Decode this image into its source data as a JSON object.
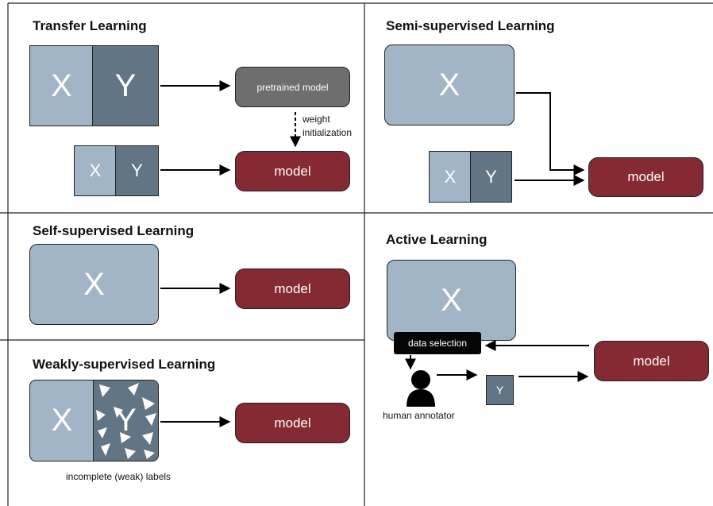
{
  "panels": {
    "transfer": {
      "title": "Transfer Learning",
      "x_label": "X",
      "y_label": "Y",
      "x_small": "X",
      "y_small": "Y",
      "pretrained": "pretrained model",
      "model": "model",
      "weight_line1": "weight",
      "weight_line2": "initialization"
    },
    "semi": {
      "title": "Semi-supervised Learning",
      "x_label": "X",
      "x_small": "X",
      "y_small": "Y",
      "model": "model"
    },
    "self": {
      "title": "Self-supervised Learning",
      "x_label": "X",
      "model": "model"
    },
    "weak": {
      "title": "Weakly-supervised Learning",
      "x_label": "X",
      "y_label": "Y",
      "model": "model",
      "caption": "incomplete (weak) labels"
    },
    "active": {
      "title": "Active Learning",
      "x_label": "X",
      "data_selection": "data selection",
      "annotator": "human annotator",
      "y_label": "Y",
      "model": "model"
    }
  },
  "colors": {
    "x_box": "#a1b5c6",
    "y_box": "#617585",
    "model_box": "#852932",
    "pretrained_box": "#6e6e6e",
    "data_selection": "#050505"
  }
}
